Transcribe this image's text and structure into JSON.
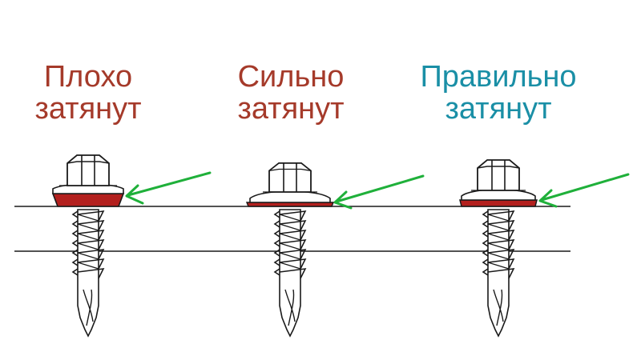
{
  "columns": [
    {
      "line1": "Плохо",
      "line2": "затянут",
      "color": "#a53a2a"
    },
    {
      "line1": "Сильно",
      "line2": "затянут",
      "color": "#a53a2a"
    },
    {
      "line1": "Правильно",
      "line2": "затянут",
      "color": "#1a8fa6"
    }
  ],
  "colors": {
    "washer": "#b3201e",
    "arrow": "#1fb03a",
    "line": "#1a1a1a"
  }
}
